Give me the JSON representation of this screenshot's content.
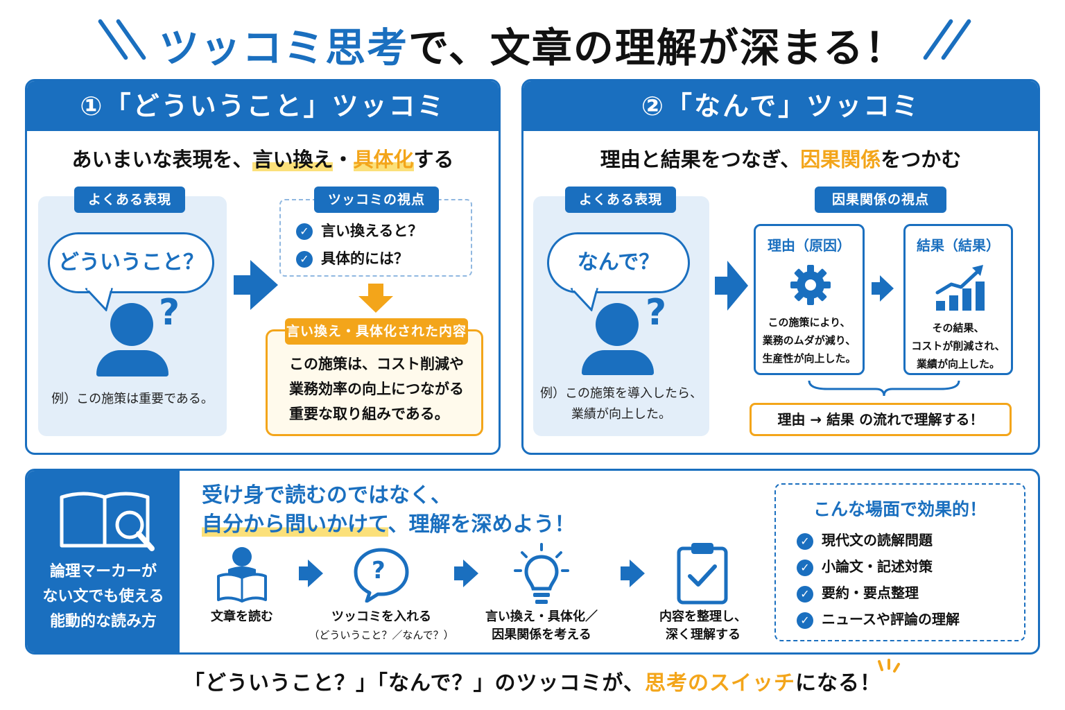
{
  "title": {
    "blue": "ツッコミ思考",
    "rest": "で、文章の理解が深まる！"
  },
  "colors": {
    "primary": "#1a6fbf",
    "accent": "#f3a51a",
    "soft": "#e3eef9"
  },
  "panel1": {
    "header": "①「どういうこと」ツッコミ",
    "subtitle_a": "あいまいな表現を、",
    "subtitle_b": "言い換え",
    "subtitle_c": "・",
    "subtitle_d": "具体化",
    "subtitle_e": "する",
    "common_label": "よくある表現",
    "bubble": "どういうこと？",
    "qmark": "?",
    "example": "例）この施策は重要である。",
    "viewpoint_label": "ツッコミの視点",
    "checks": [
      "言い換えると？",
      "具体的には？"
    ],
    "result_label": "言い換え・具体化された内容",
    "result_lines": [
      "この施策は、コスト削減や",
      "業務効率の向上につながる",
      "重要な取り組みである。"
    ]
  },
  "panel2": {
    "header": "②「なんで」ツッコミ",
    "subtitle_a": "理由と結果をつなぎ、",
    "subtitle_b": "因果関係",
    "subtitle_c": "をつかむ",
    "common_label": "よくある表現",
    "bubble": "なんで？",
    "qmark": "?",
    "example_lines": [
      "例）この施策を導入したら、",
      "業績が向上した。"
    ],
    "viewpoint_label": "因果関係の視点",
    "reason_title": "理由（原因）",
    "reason_lines": [
      "この施策により、",
      "業務のムダが減り、",
      "生産性が向上した。"
    ],
    "result_title": "結果（結果）",
    "result_lines": [
      "その結果、",
      "コストが削減され、",
      "業績が向上した。"
    ],
    "flow": "理由 → 結果 の流れで理解する！"
  },
  "bottom": {
    "left_lines": [
      "論理マーカーが",
      "ない文でも使える",
      "能動的な読み方"
    ],
    "message_line1": "受け身で読むのではなく、",
    "message_line2a": "自分から問いかけて",
    "message_line2b": "、理解を深めよう！",
    "steps": [
      {
        "line1": "文章を読む",
        "line2": ""
      },
      {
        "line1": "ツッコミを入れる",
        "line2": "（どういうこと？／なんで？）"
      },
      {
        "line1": "言い換え・具体化／",
        "line2": "因果関係を考える"
      },
      {
        "line1": "内容を整理し、",
        "line2": "深く理解する"
      }
    ],
    "step_qmark": "?",
    "scenes_title": "こんな場面で効果的！",
    "scenes": [
      "現代文の読解問題",
      "小論文・記述対策",
      "要約・要点整理",
      "ニュースや評論の理解"
    ]
  },
  "footer": {
    "a": "「どういうこと？」「なんで？」のツッコミが、",
    "b": "思考のスイッチ",
    "c": "になる！"
  }
}
